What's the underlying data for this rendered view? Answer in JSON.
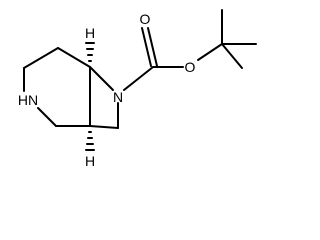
{
  "molecule": {
    "atoms": {
      "n_azetidine": "N",
      "n_piperidine": "HN",
      "o_carbonyl": "O",
      "o_ester": "O",
      "h_top": "H",
      "h_bottom": "H"
    },
    "colors": {
      "bond": "#000000",
      "text": "#000000",
      "background": "#ffffff"
    }
  }
}
